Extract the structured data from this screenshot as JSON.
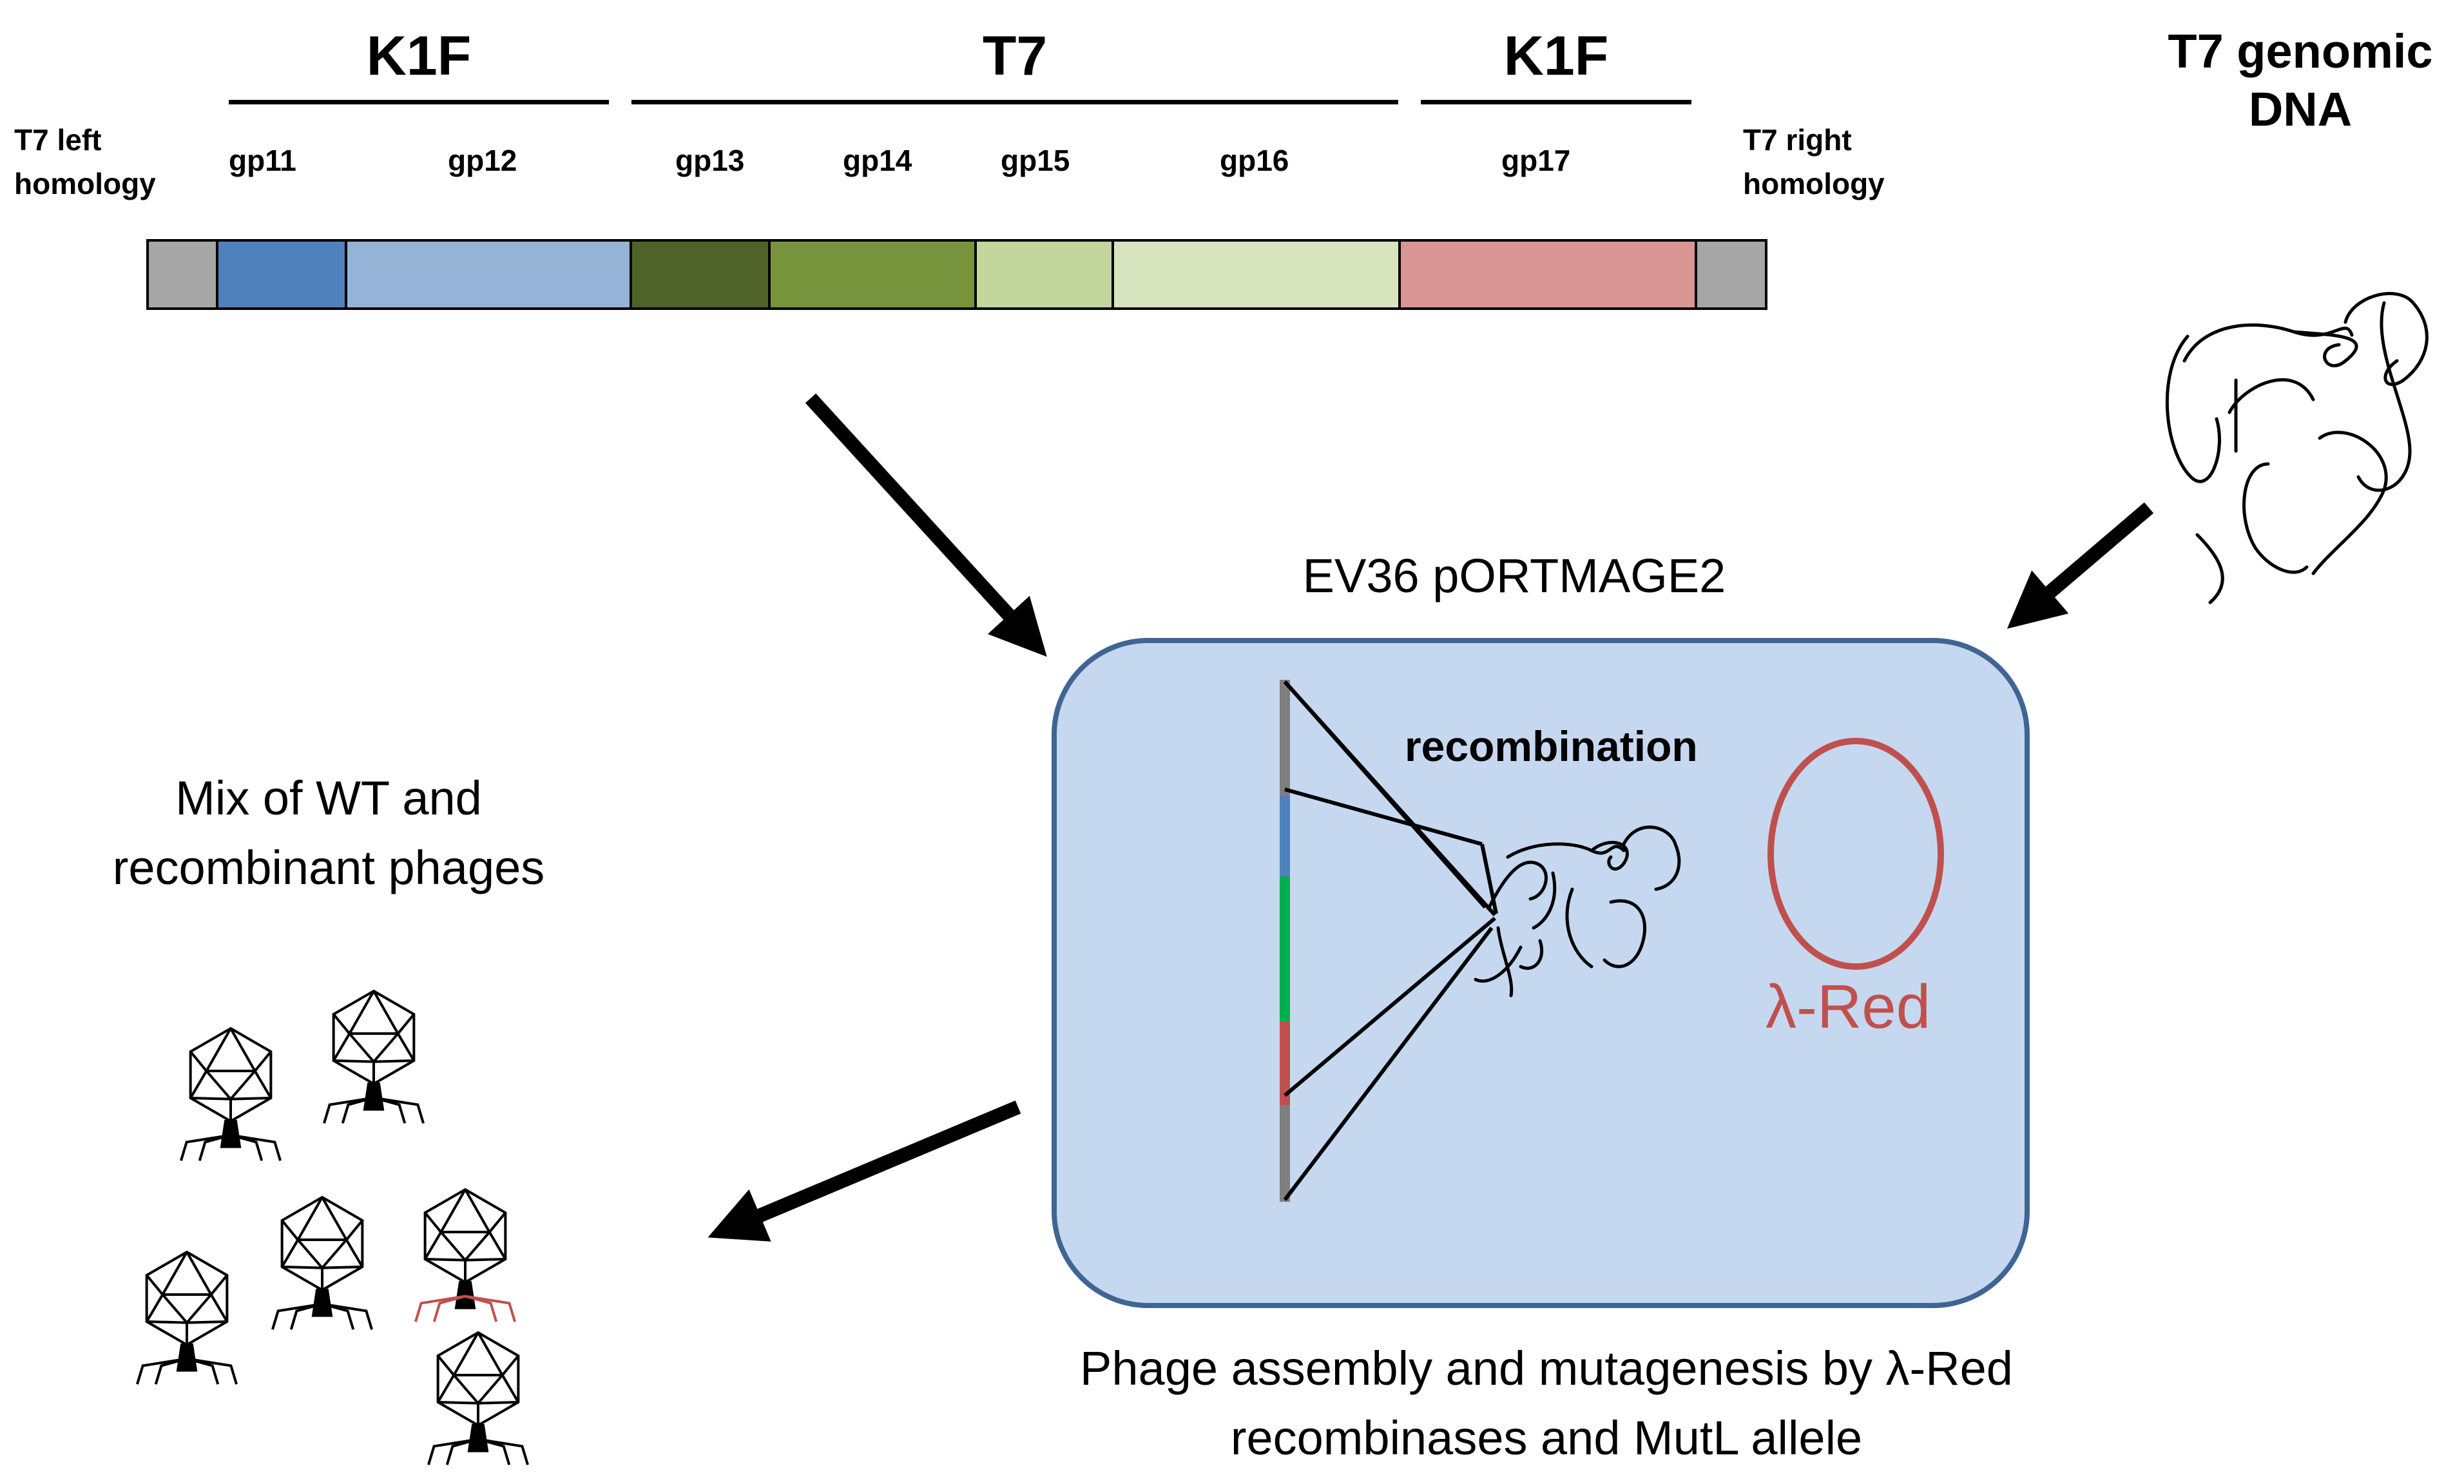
{
  "construct": {
    "groups": [
      {
        "label": "K1F"
      },
      {
        "label": "T7"
      },
      {
        "label": "K1F"
      }
    ],
    "left_homology": "T7 left\nhomology",
    "right_homology": "T7 right\nhomology",
    "genes": [
      "gp11",
      "gp12",
      "gp13",
      "gp14",
      "gp15",
      "gp16",
      "gp17"
    ],
    "segments": [
      {
        "color": "#a6a6a6"
      },
      {
        "color": "#4f81bd"
      },
      {
        "color": "#95b3d7"
      },
      {
        "color": "#4f6228"
      },
      {
        "color": "#77933c"
      },
      {
        "color": "#c3d69b"
      },
      {
        "color": "#d7e4bd"
      },
      {
        "color": "#da9694"
      },
      {
        "color": "#a6a6a6"
      }
    ]
  },
  "genomic_dna": {
    "label": "T7 genomic\nDNA"
  },
  "host": {
    "label": "EV36 pORTMAGE2"
  },
  "cell": {
    "recombination_label": "recombination",
    "lambda_red_label": "λ-Red",
    "plasmid_color": "#c0504d",
    "chromosome_colors": {
      "gray": "#7f7f7f",
      "blue": "#4f81bd",
      "green": "#00b050",
      "red": "#c0504d"
    },
    "fill": "#c6d8f0",
    "border": "#3f6593"
  },
  "assembly": {
    "caption": "Phage assembly and mutagenesis by λ-Red\nrecombinases and MutL allele"
  },
  "output": {
    "caption": "Mix of WT and\nrecombinant phages",
    "recombinant_tail_color": "#c0504d"
  }
}
